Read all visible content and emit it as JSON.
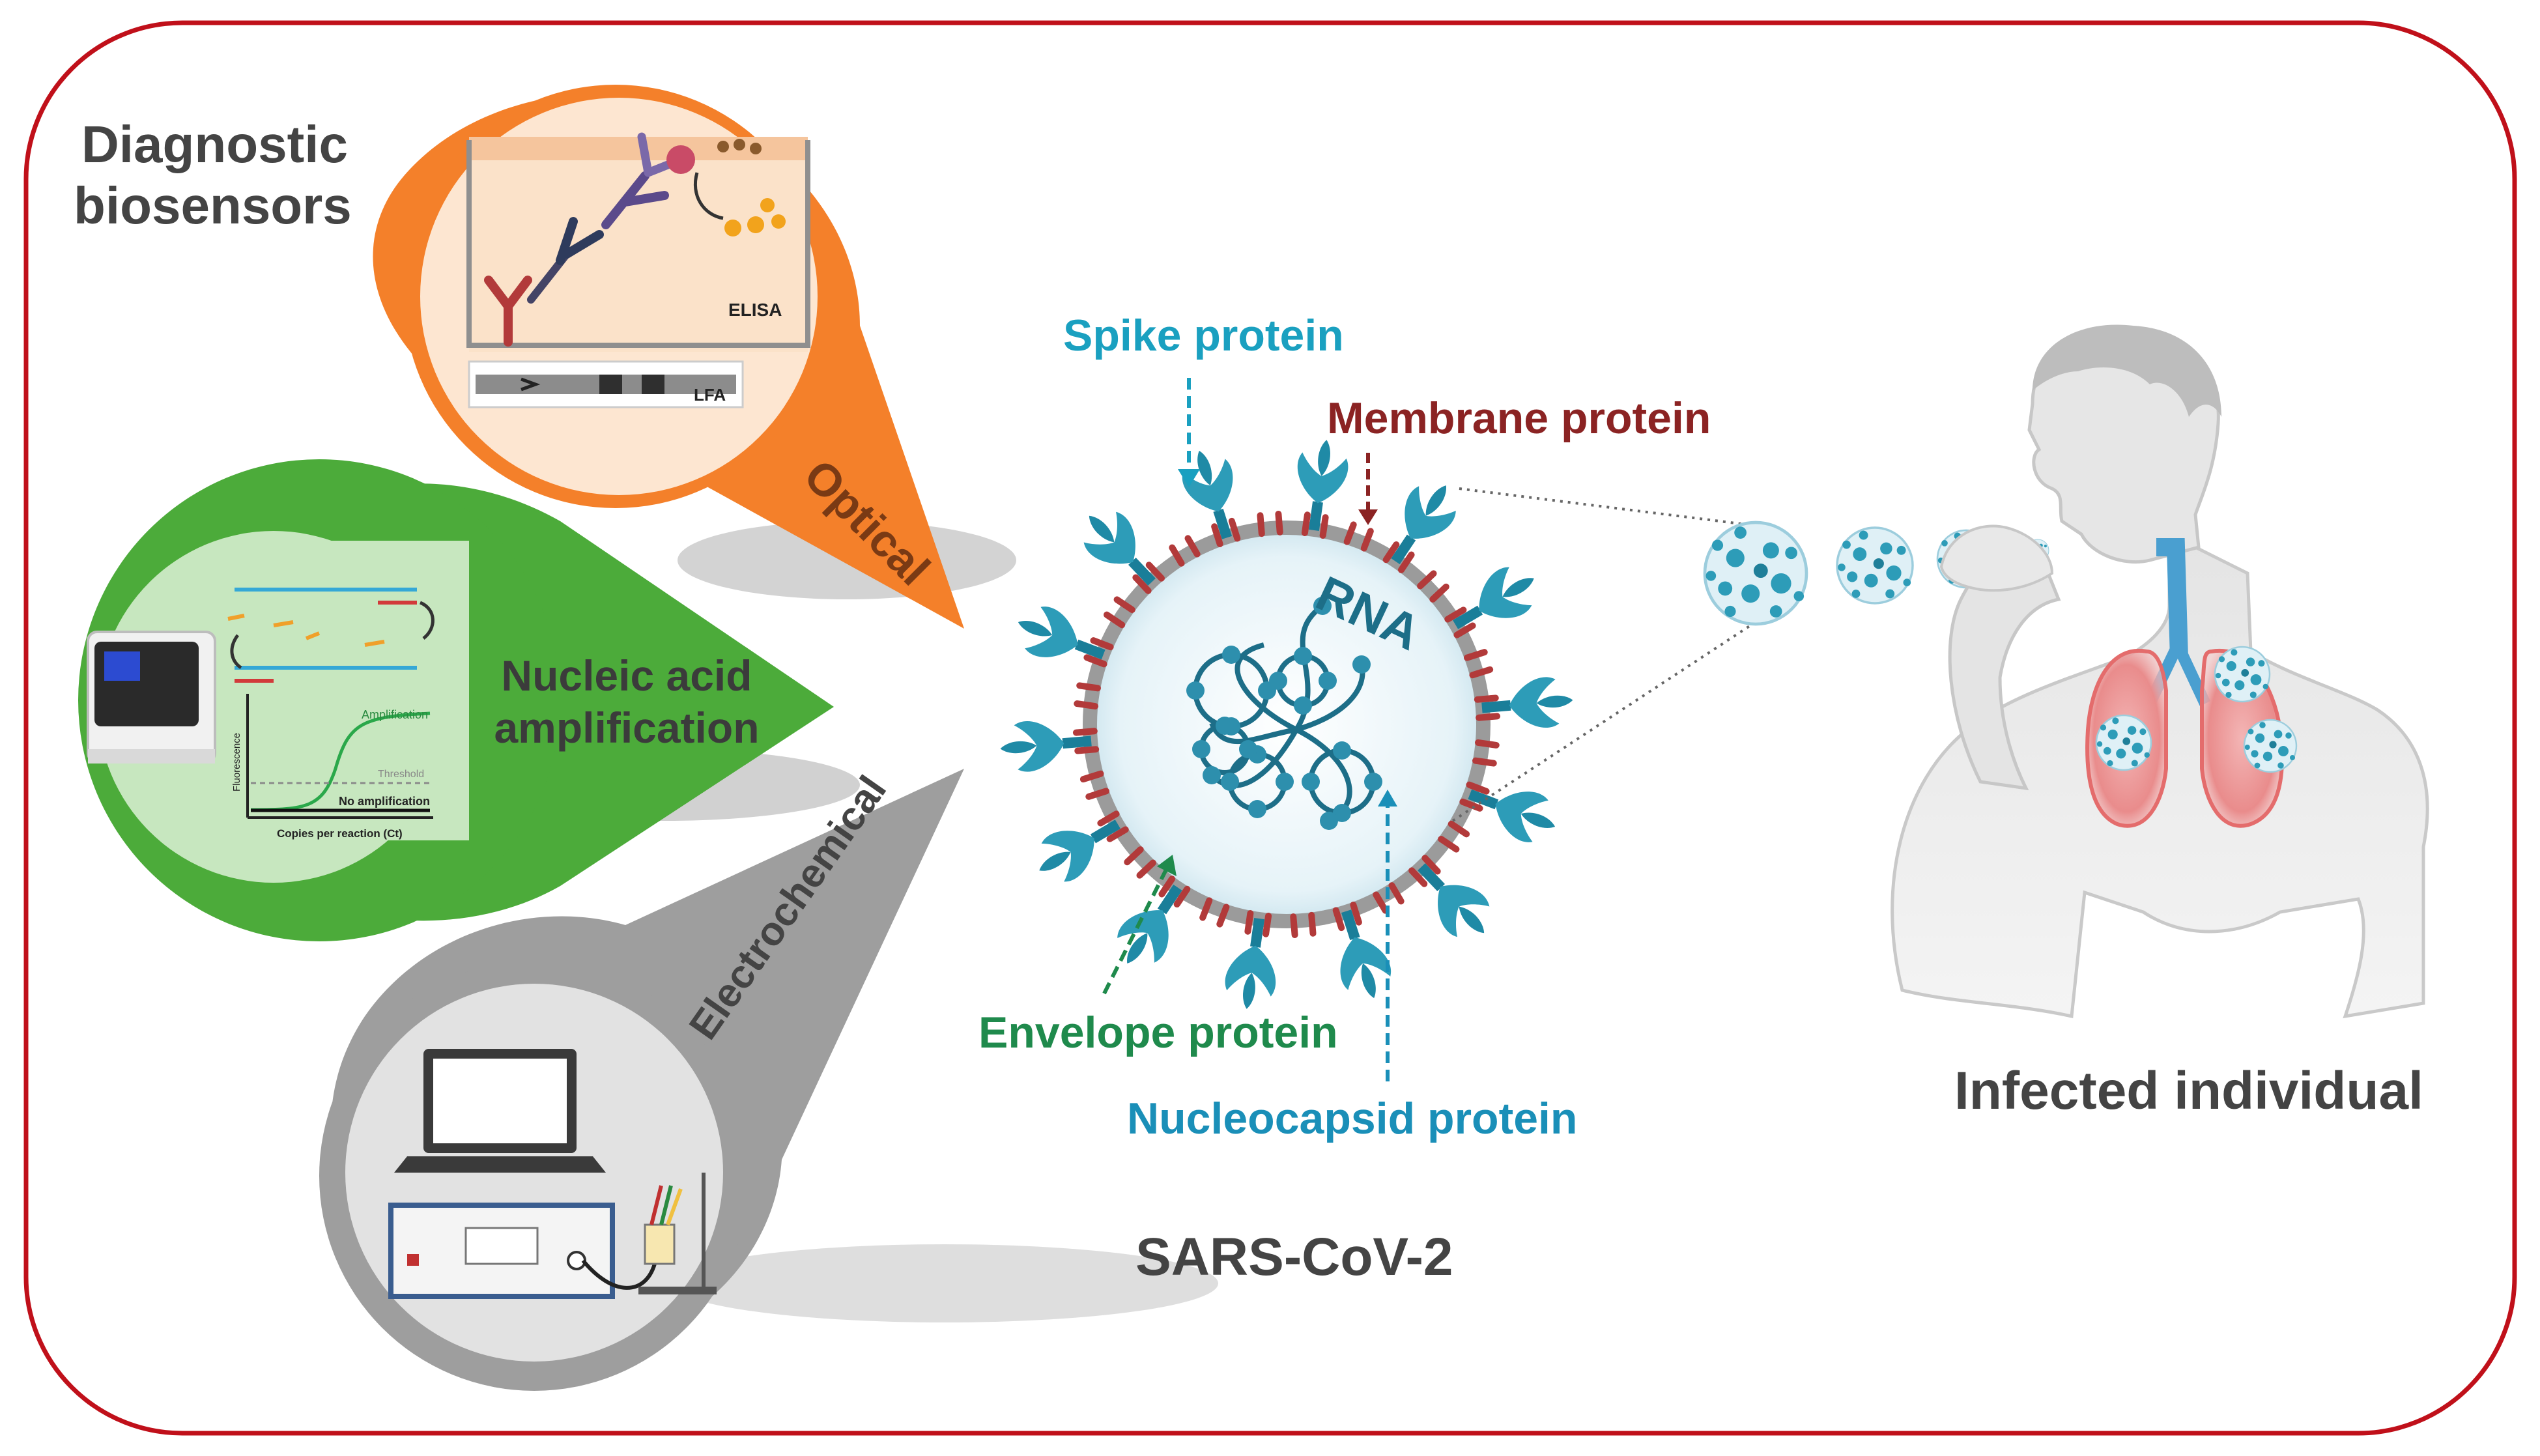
{
  "title": "Diagnostic\nbiosensors",
  "title_lines": [
    "Diagnostic",
    "biosensors"
  ],
  "categories": {
    "optical": "Optical",
    "nucleic": "Nucleic acid\namplification",
    "nucleic_lines": [
      "Nucleic acid",
      "amplification"
    ],
    "electrochemical": "Electrochemical"
  },
  "optical_panel": {
    "elisa": "ELISA",
    "lfa": "LFA"
  },
  "pcr_panel": {
    "amplification": "Amplification",
    "threshold": "Threshold",
    "no_amplification": "No amplification",
    "y_axis": "Fluorescence",
    "x_axis": "Copies per reaction (Ct)"
  },
  "virus": {
    "spike": "Spike protein",
    "membrane": "Membrane protein",
    "envelope": "Envelope protein",
    "nucleocapsid": "Nucleocapsid protein",
    "rna": "RNA",
    "name": "SARS-CoV-2"
  },
  "individual": "Infected individual",
  "colors": {
    "frame": "#c0101a",
    "optical": "#f4802a",
    "nucleic": "#4cab3a",
    "electro": "#9e9e9e",
    "spike_text": "#1aa0c0",
    "membrane_text": "#8b2323",
    "envelope_text": "#1f8a4c",
    "nucleocapsid_text": "#1a8fb8",
    "text_dark": "#444444",
    "virus_teal": "#2d9cb8",
    "membrane_red": "#b23a3a"
  }
}
